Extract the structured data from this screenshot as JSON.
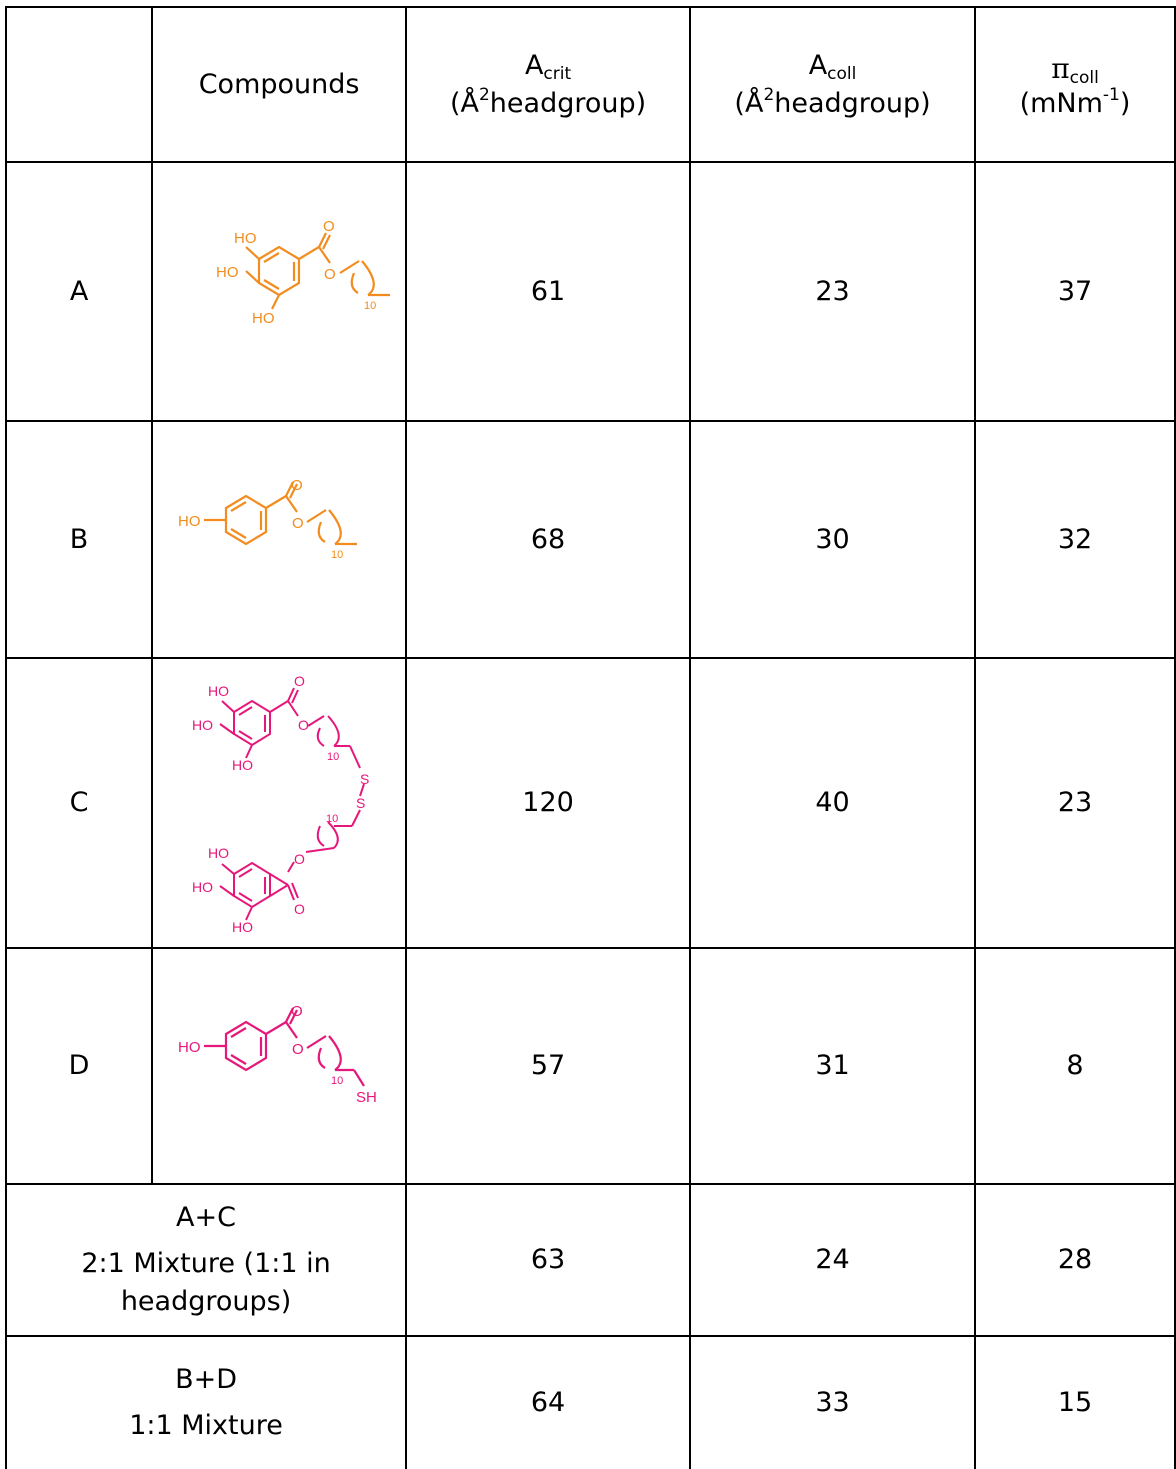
{
  "table": {
    "header": {
      "col0": "",
      "col1": "Compounds",
      "col2_main": "A",
      "col2_sub": "crit",
      "col2_unit_pre": "(Å",
      "col2_unit_sup": "2",
      "col2_unit_post": "headgroup)",
      "col3_main": "A",
      "col3_sub": "coll",
      "col3_unit_pre": "(Å",
      "col3_unit_sup": "2",
      "col3_unit_post": "headgroup)",
      "col4_main": "π",
      "col4_sub": "coll",
      "col4_unit_pre": "(mNm",
      "col4_unit_sup": "-1",
      "col4_unit_post": ")"
    },
    "rows": [
      {
        "label": "A",
        "a_crit": "61",
        "a_coll": "23",
        "pi_coll": "37"
      },
      {
        "label": "B",
        "a_crit": "68",
        "a_coll": "30",
        "pi_coll": "32"
      },
      {
        "label": "C",
        "a_crit": "120",
        "a_coll": "40",
        "pi_coll": "23"
      },
      {
        "label": "D",
        "a_crit": "57",
        "a_coll": "31",
        "pi_coll": "8"
      },
      {
        "label_line1": "A+C",
        "label_line2": "2:1 Mixture (1:1 in",
        "label_line3": "headgroups)",
        "a_crit": "63",
        "a_coll": "24",
        "pi_coll": "28"
      },
      {
        "label_line1": "B+D",
        "label_line2": "1:1 Mixture",
        "a_crit": "64",
        "a_coll": "33",
        "pi_coll": "15"
      }
    ]
  },
  "structures": {
    "a": {
      "color": "#f28c1e",
      "ho1": "HO",
      "ho2": "HO",
      "ho3": "HO",
      "o1": "O",
      "o2": "O",
      "n": "10"
    },
    "b": {
      "color": "#f28c1e",
      "ho": "HO",
      "o1": "O",
      "o2": "O",
      "n": "10"
    },
    "c": {
      "color": "#e6177a",
      "ho1": "HO",
      "ho2": "HO",
      "ho3": "HO",
      "ho4": "HO",
      "ho5": "HO",
      "ho6": "HO",
      "o1": "O",
      "o2": "O",
      "o3": "O",
      "o4": "O",
      "n1": "10",
      "n2": "10",
      "s1": "S",
      "s2": "S"
    },
    "d": {
      "color": "#e6177a",
      "ho": "HO",
      "o1": "O",
      "o2": "O",
      "n": "10",
      "sh": "SH"
    }
  }
}
